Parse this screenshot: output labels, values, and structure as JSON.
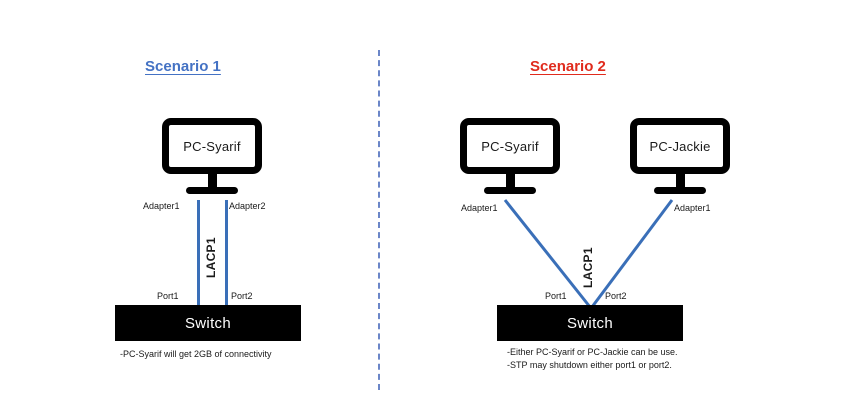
{
  "diagram": {
    "divider": "vertical-dashed-divider",
    "colors": {
      "scenario1_title": "#4472C4",
      "scenario2_title": "#E02B1D",
      "cable": "#3A6FB8",
      "switch_fill": "#000000",
      "divider": "#6B86C8"
    }
  },
  "scenario1": {
    "title": "Scenario 1",
    "pc": {
      "label": "PC-Syarif"
    },
    "adapters": [
      {
        "label": "Adapter1"
      },
      {
        "label": "Adapter2"
      }
    ],
    "aggregation": {
      "label": "LACP1"
    },
    "ports": [
      {
        "label": "Port1"
      },
      {
        "label": "Port2"
      }
    ],
    "switch": {
      "label": "Switch"
    },
    "caption": {
      "lines": [
        "-PC-Syarif will get 2GB of connectivity"
      ],
      "line1": "-PC-Syarif will get 2GB of connectivity"
    }
  },
  "scenario2": {
    "title": "Scenario 2",
    "pcs": [
      {
        "label": "PC-Syarif",
        "adapter": "Adapter1"
      },
      {
        "label": "PC-Jackie",
        "adapter": "Adapter1"
      }
    ],
    "pc_left": {
      "label": "PC-Syarif",
      "adapter": "Adapter1"
    },
    "pc_right": {
      "label": "PC-Jackie",
      "adapter": "Adapter1"
    },
    "aggregation": {
      "label": "LACP1"
    },
    "ports": [
      {
        "label": "Port1"
      },
      {
        "label": "Port2"
      }
    ],
    "switch": {
      "label": "Switch"
    },
    "caption": {
      "lines": [
        "-Either PC-Syarif or PC-Jackie can be use.",
        "-STP may shutdown either port1 or port2."
      ],
      "line1": "-Either PC-Syarif or PC-Jackie can be use.",
      "line2": "-STP may shutdown either port1 or port2."
    }
  }
}
